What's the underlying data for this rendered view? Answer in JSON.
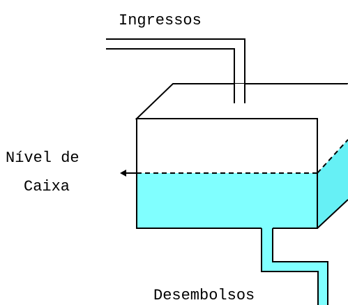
{
  "labels": {
    "inflows": "Ingressos",
    "cash_level_line1": "Nível de",
    "cash_level_line2": "Caixa",
    "outflows": "Desembolsos"
  },
  "colors": {
    "water": "#80ffff",
    "water_side": "#66f0f5",
    "stroke": "#000000",
    "background": "#ffffff"
  }
}
